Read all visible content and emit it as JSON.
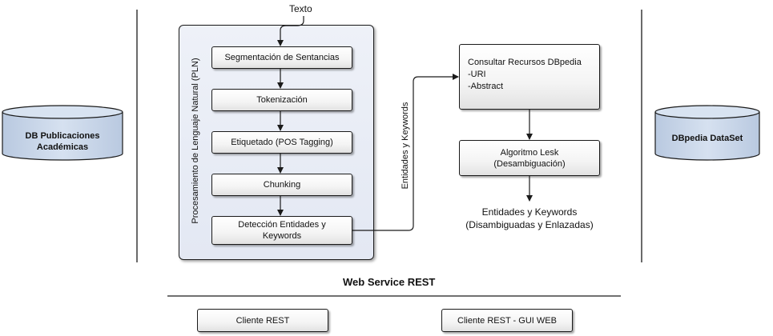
{
  "input": {
    "label": "Texto"
  },
  "pln": {
    "title": "Procesamiento de Lenguaje Natural (PLN)",
    "steps": [
      {
        "label": "Segmentación de Sentancias"
      },
      {
        "label": "Tokenización"
      },
      {
        "label": "Etiquetado (POS Tagging)"
      },
      {
        "label": "Chunking"
      },
      {
        "label": "Detección Entidades y\nKeywords"
      }
    ]
  },
  "connector": {
    "label": "Entidades y Keywords"
  },
  "dbpedia_query": {
    "label": "Consultar Recursos DBpedia\n-URI\n-Abstract"
  },
  "lesk": {
    "label": "Algoritmo Lesk\n(Desambiguación)"
  },
  "output": {
    "label": "Entidades y Keywords\n(Disambiguadas y Enlazadas)"
  },
  "databases": {
    "left": {
      "label": "DB Publicaciones\nAcadémicas"
    },
    "right": {
      "label": "DBpedia DataSet"
    }
  },
  "service": {
    "label": "Web Service REST"
  },
  "clients": [
    {
      "label": "Cliente REST"
    },
    {
      "label": "Cliente REST - GUI WEB"
    }
  ],
  "colors": {
    "database_fill": "#c9d7ea",
    "panel_fill": "#e8ecf5",
    "stroke": "#1a1a1a"
  }
}
